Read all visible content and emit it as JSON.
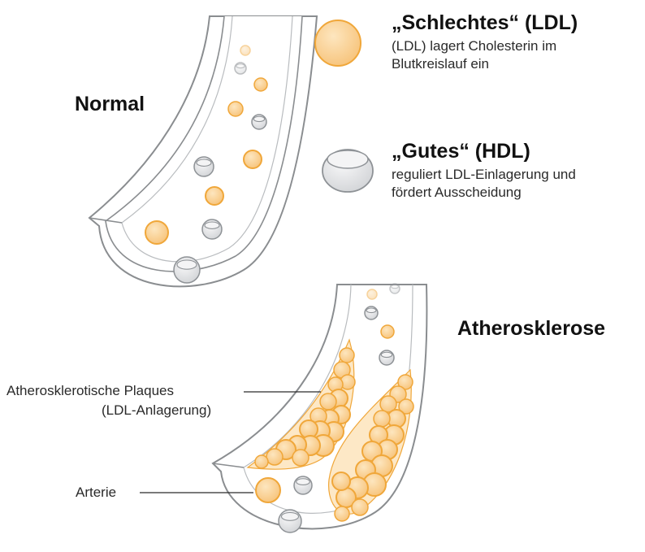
{
  "legend": {
    "ldl": {
      "title": "„Schlechtes“ (LDL)",
      "line1": "(LDL) lagert Cholesterin im",
      "line2": "Blutkreislauf ein",
      "icon": "orange-ldl-particle-icon"
    },
    "hdl": {
      "title": "„Gutes“ (HDL)",
      "line1": "reguliert LDL-Einlagerung und",
      "line2": "fördert Ausscheidung",
      "icon": "gray-hdl-particle-icon"
    }
  },
  "sections": {
    "normal": "Normal",
    "atherosclerosis": "Atherosklerose"
  },
  "callouts": {
    "plaques_line1": "Atherosklerotische Plaques",
    "plaques_line2": "(LDL-Anlagerung)",
    "artery": "Arterie"
  },
  "colors": {
    "ldl_fill": "#fbd49c",
    "ldl_stroke": "#f0a73a",
    "hdl_fill": "#e6e7e9",
    "hdl_stroke": "#8e9296",
    "vessel_stroke": "#8a8d90",
    "plaque_fill": "#fde8c6"
  }
}
